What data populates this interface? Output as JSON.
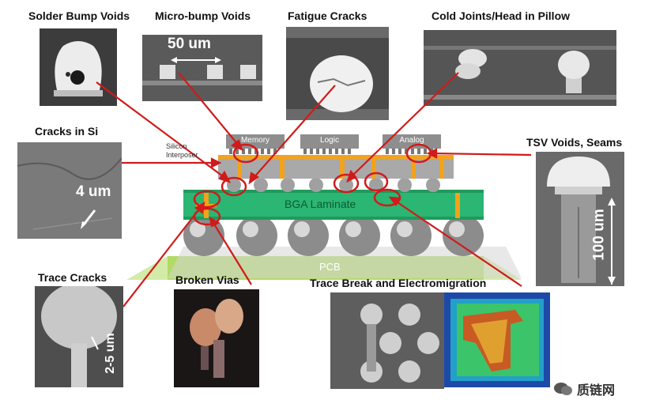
{
  "labels": {
    "solder_bump_voids": "Solder Bump Voids",
    "micro_bump_voids": "Micro-bump Voids",
    "fatigue_cracks": "Fatigue Cracks",
    "cold_joints": "Cold Joints/Head in Pillow",
    "cracks_in_si": "Cracks in Si",
    "tsv_voids": "TSV Voids, Seams",
    "trace_cracks": "Trace Cracks",
    "broken_vias": "Broken Vias",
    "trace_break": "Trace Break and Electromigration"
  },
  "scale_labels": {
    "micro_bump": "50 um",
    "cracks_si": "4 um",
    "tsv": "100 um",
    "trace": "2-5 um"
  },
  "diagram": {
    "memory": "Memory",
    "logic": "Logic",
    "analog": "Analog",
    "interposer_line1": "Silicon",
    "interposer_line2": "Interposer",
    "bga": "BGA Laminate",
    "pcb": "PCB"
  },
  "watermark": "质链网",
  "colors": {
    "arrow": "#d11a1a",
    "bga_green": "#2bb673",
    "pcb_green": "#a8d65a",
    "copper": "#f2a21b"
  }
}
